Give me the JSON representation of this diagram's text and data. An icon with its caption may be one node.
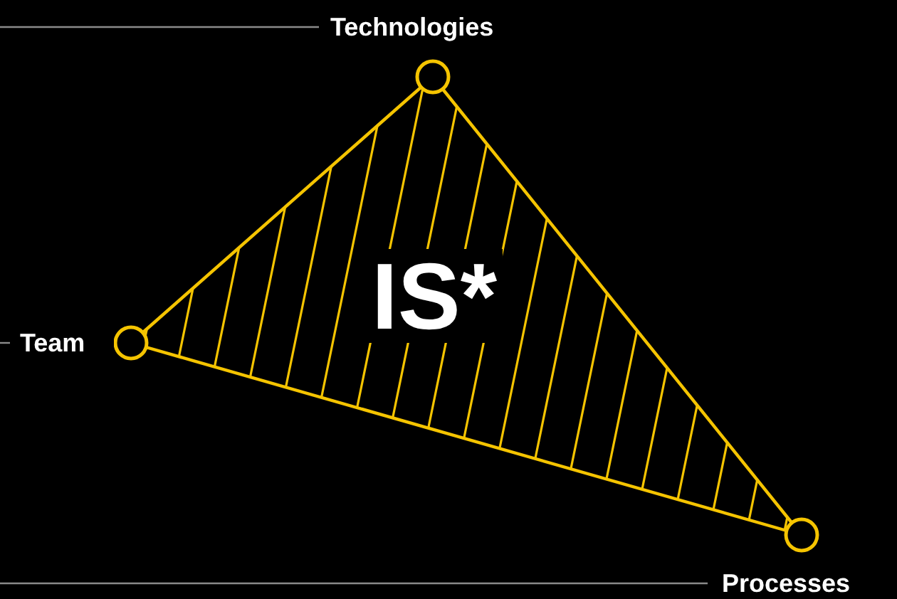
{
  "diagram": {
    "nodes": [
      {
        "text": [
          "IS*"
        ]
      }
    ],
    "labels": [
      "Technologies",
      "Team",
      "Processes"
    ]
  }
}
